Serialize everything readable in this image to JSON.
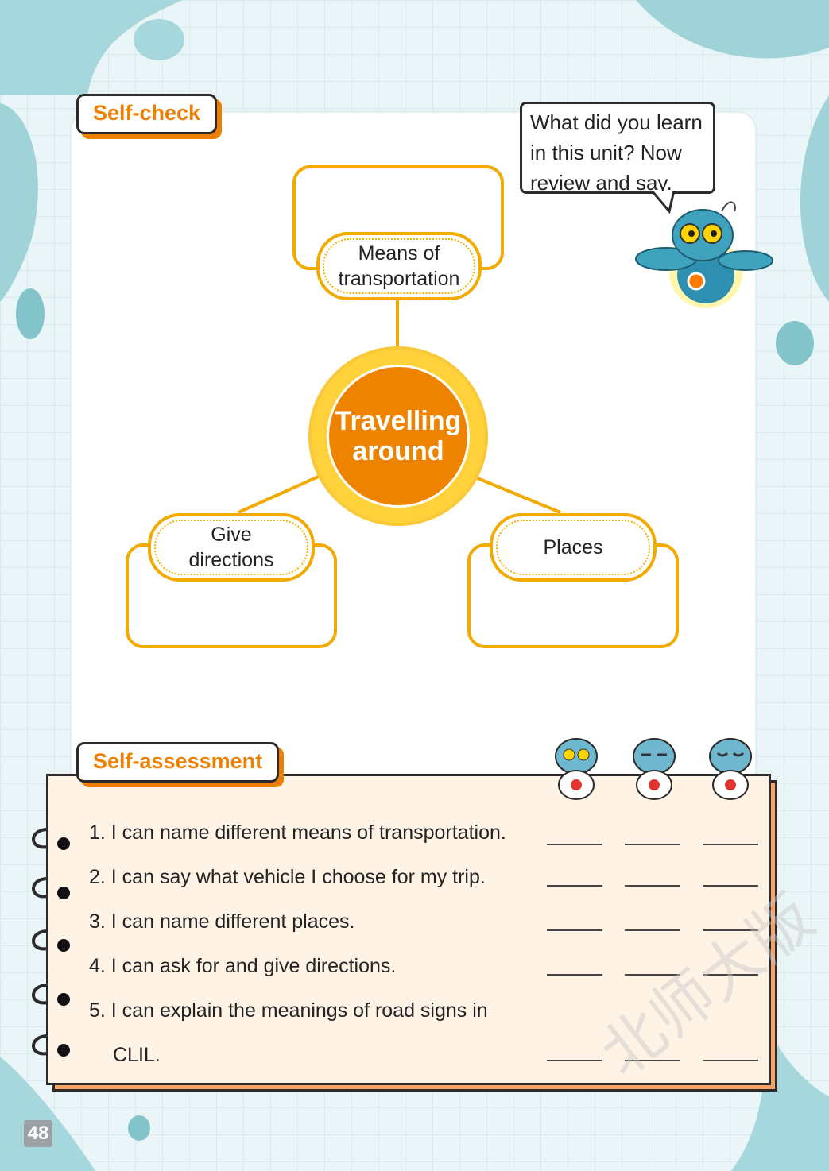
{
  "sections": {
    "self_check_label": "Self-check",
    "self_assessment_label": "Self-assessment"
  },
  "speech_bubble": {
    "lines": [
      "What did you learn",
      "in this unit? Now",
      "review and say."
    ]
  },
  "mind_map": {
    "center": [
      "Travelling",
      "around"
    ],
    "branches": {
      "top": [
        "Means of",
        "transportation"
      ],
      "left": [
        "Give",
        "directions"
      ],
      "right": [
        "Places"
      ]
    }
  },
  "assessment": {
    "items": [
      "1.  I can name different means of transportation.",
      "2.  I can say what vehicle I choose for my trip.",
      "3.  I can name different places.",
      "4.  I can ask for and give directions.",
      "5.  I can explain the meanings of road signs in",
      "CLIL."
    ]
  },
  "page_number": "48",
  "colors": {
    "accent_orange": "#ee7f00",
    "branch_yellow": "#f2a900",
    "background_teal": "#9fd3d8"
  }
}
